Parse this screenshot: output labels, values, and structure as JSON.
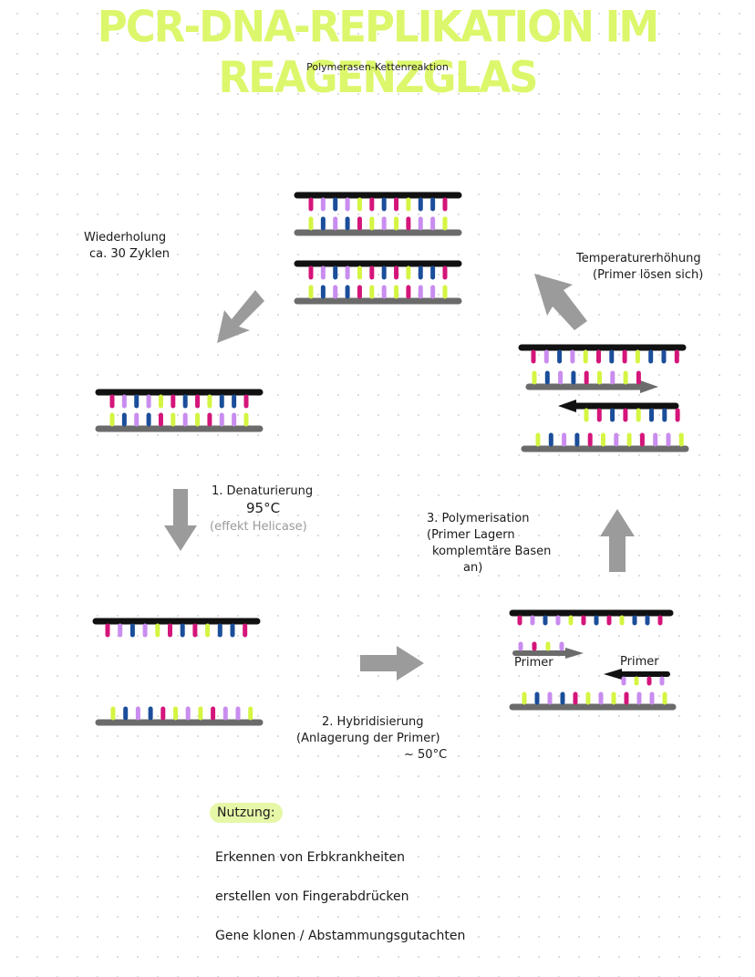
{
  "header": {
    "title": "PCR-DNA-REPLIKATION IM REAGENZGLAS",
    "subtitle": "Polymerasen-Kettenreaktion"
  },
  "colors": {
    "title_highlight": "#dcf76b",
    "strand_template": "#111111",
    "strand_complement": "#6b6b6b",
    "base_magenta": "#d4157a",
    "base_lilac": "#c98cef",
    "base_blue": "#1b4e9a",
    "base_lime": "#d4f542",
    "arrow_gray": "#9b9b9b"
  },
  "dna": {
    "top_bases": [
      "magenta",
      "lilac",
      "blue",
      "lilac",
      "lime",
      "magenta",
      "blue",
      "magenta",
      "lime",
      "blue",
      "blue",
      "magenta"
    ],
    "bottom_bases": [
      "lime",
      "blue",
      "lilac",
      "blue",
      "magenta",
      "lime",
      "lilac",
      "lime",
      "magenta",
      "lilac",
      "lilac",
      "lime"
    ],
    "primer_left_bases": [
      "lilac",
      "magenta",
      "lime",
      "lilac"
    ],
    "primer_right_bases": [
      "lilac",
      "lime",
      "magenta",
      "lilac"
    ],
    "extended_left_bases": [
      "lime",
      "blue",
      "lilac",
      "blue",
      "magenta",
      "lime",
      "lilac",
      "lime",
      "magenta"
    ],
    "extended_right_bases": [
      "lime",
      "magenta",
      "blue",
      "magenta",
      "lime",
      "blue",
      "blue",
      "magenta"
    ]
  },
  "notes": {
    "repeat_line1": "Wiederholung",
    "repeat_line2": "ca. 30 Zyklen",
    "temp_line1": "Temperaturerhöhung",
    "temp_line2": "(Primer lösen sich)",
    "denat_line1": "1. Denaturierung",
    "denat_line2": "95°C",
    "denat_line3": "(effekt Helicase)",
    "poly_line1": "3. Polymerisation",
    "poly_line2": "(Primer Lagern",
    "poly_line3": "komplemtäre Basen",
    "poly_line4": "an)",
    "hybrid_line1": "2. Hybridisierung",
    "hybrid_line2": "(Anlagerung der Primer)",
    "hybrid_line3": "~ 50°C",
    "primer_left": "Primer",
    "primer_right": "Primer"
  },
  "usage": {
    "label": "Nutzung:",
    "items": [
      "Erkennen von Erbkrankheiten",
      "erstellen von Fingerabdrücken",
      "Gene klonen / Abstammungsgutachten"
    ]
  }
}
